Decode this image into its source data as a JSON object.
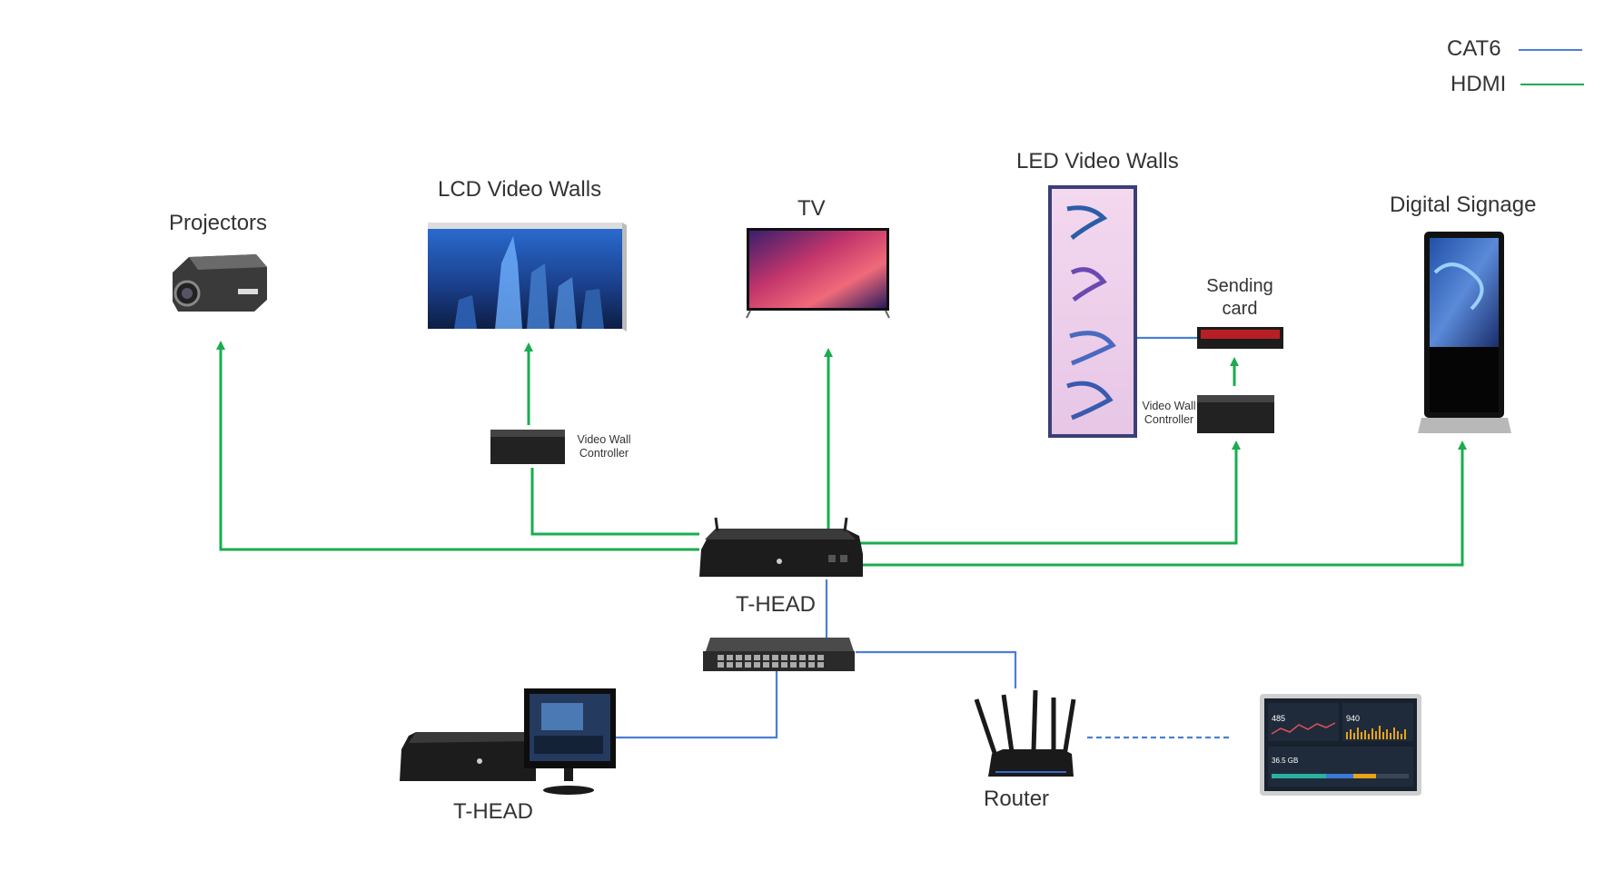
{
  "legend": {
    "items": [
      {
        "label": "CAT6",
        "color": "#4a7fd4"
      },
      {
        "label": "HDMI",
        "color": "#1aac4f"
      }
    ]
  },
  "devices": {
    "projectors": "Projectors",
    "lcd_video_walls": "LCD Video Walls",
    "tv": "TV",
    "led_video_walls": "LED Video Walls",
    "digital_signage": "Digital Signage",
    "sending_card": "Sending card",
    "video_wall_controller_lcd": "Video Wall Controller",
    "video_wall_controller_led": "Video Wall Controller",
    "thead_main": "T-HEAD",
    "thead_workstation": "T-HEAD",
    "router": "Router"
  },
  "tablet_dashboard": {
    "stat1": "485",
    "stat2": "940",
    "storage": "36.5 GB"
  },
  "colors": {
    "cat6": "#4a7fd4",
    "hdmi": "#1aac4f",
    "device": "#1f1f1f"
  }
}
